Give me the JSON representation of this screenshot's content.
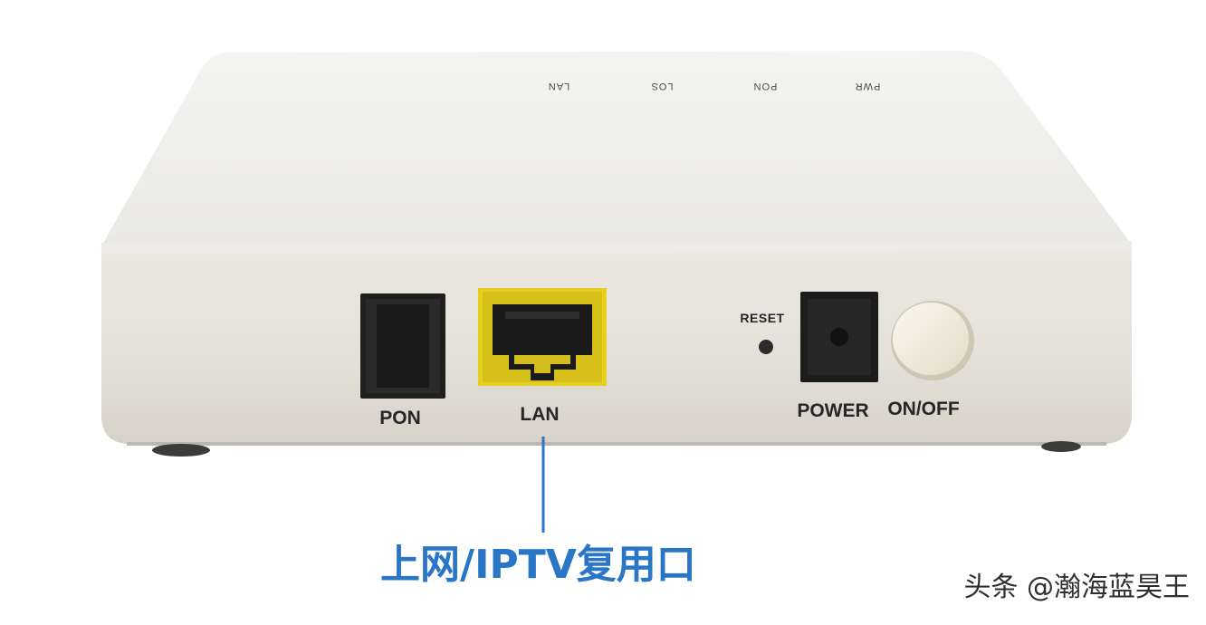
{
  "device": {
    "top_led_labels": [
      "LAN",
      "LOS",
      "PON",
      "PWR"
    ],
    "reset_label": "RESET",
    "ports": {
      "pon": "PON",
      "lan": "LAN",
      "power": "POWER",
      "on_off": "ON/OFF"
    }
  },
  "annotation": {
    "caption": "上网/IPTV复用口"
  },
  "watermark": "头条 @瀚海蓝昊王",
  "colors": {
    "lan_port": "#e6cf1f",
    "caption": "#2a76c6",
    "pointer_line": "#2a76c6",
    "body": "#e7e4dc"
  }
}
